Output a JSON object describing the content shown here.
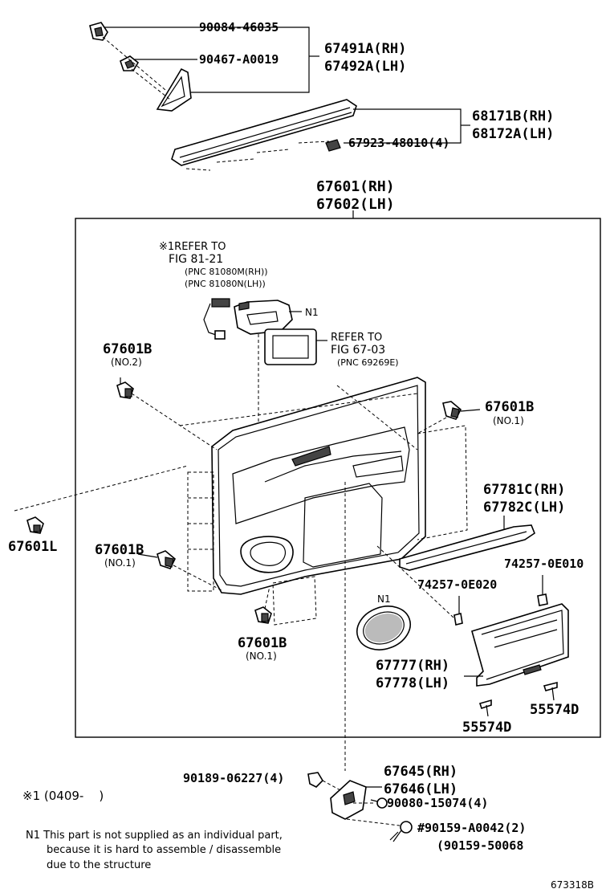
{
  "labels": {
    "p90084": "90084-46035",
    "p90467": "90467-A0019",
    "p67491": "67491A(RH)",
    "p67492": "67492A(LH)",
    "p68171": "68171B(RH)",
    "p68172": "68172A(LH)",
    "p67923": "67923-48010(4)",
    "p67601rh": "67601(RH)",
    "p67602lh": "67602(LH)",
    "ref1_a": "※1REFER TO",
    "ref1_b": "FIG 81-21",
    "ref1_c": "(PNC 81080M(RH))",
    "ref1_d": "(PNC 81080N(LH))",
    "n1_top": "N1",
    "ref2_a": "REFER TO",
    "ref2_b": "FIG 67-03",
    "ref2_c": "(PNC 69269E)",
    "b_no2": "67601B",
    "b_no2_sub": "(NO.2)",
    "b_no1_r": "67601B",
    "b_no1_r_sub": "(NO.1)",
    "p67601L": "67601L",
    "b_no1_l": "67601B",
    "b_no1_l_sub": "(NO.1)",
    "p67781": "67781C(RH)",
    "p67782": "67782C(LH)",
    "p74257e010": "74257-0E010",
    "p74257e020": "74257-0E020",
    "n1_mid": "N1",
    "b_no1_b": "67601B",
    "b_no1_b_sub": "(NO.1)",
    "p67777": "67777(RH)",
    "p67778": "67778(LH)",
    "p55574_r": "55574D",
    "p55574_b": "55574D",
    "p90189": "90189-06227(4)",
    "p67645": "67645(RH)",
    "p67646": "67646(LH)",
    "p90080": "90080-15074(4)",
    "p90159a": "#90159-A0042(2)",
    "p90159b": "(90159-50068",
    "note_x1": "※1 (0409-    )",
    "note_n1_a": "N1 This part is not supplied as an individual part,",
    "note_n1_b": "because it is hard to assemble / disassemble",
    "note_n1_c": "due to the structure",
    "fig_code": "673318B"
  }
}
